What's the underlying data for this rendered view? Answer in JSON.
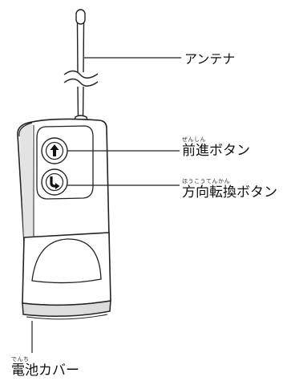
{
  "labels": {
    "antenna": {
      "text": "アンテナ"
    },
    "forward_button": {
      "ruby": "ぜんしん",
      "text": "前進ボタン"
    },
    "turn_button": {
      "ruby": "ほうこうてんかん",
      "text": "方向転換ボタン"
    },
    "battery_cover": {
      "ruby": "でんち",
      "text": "電池カバー"
    }
  },
  "icons": {
    "forward_button": "arrow-up-icon",
    "turn_button": "turn-arrow-icon"
  },
  "colors": {
    "outline": "#222222",
    "body_fill": "#ffffff",
    "shading": "#d9d9d9",
    "background": "#ffffff"
  }
}
